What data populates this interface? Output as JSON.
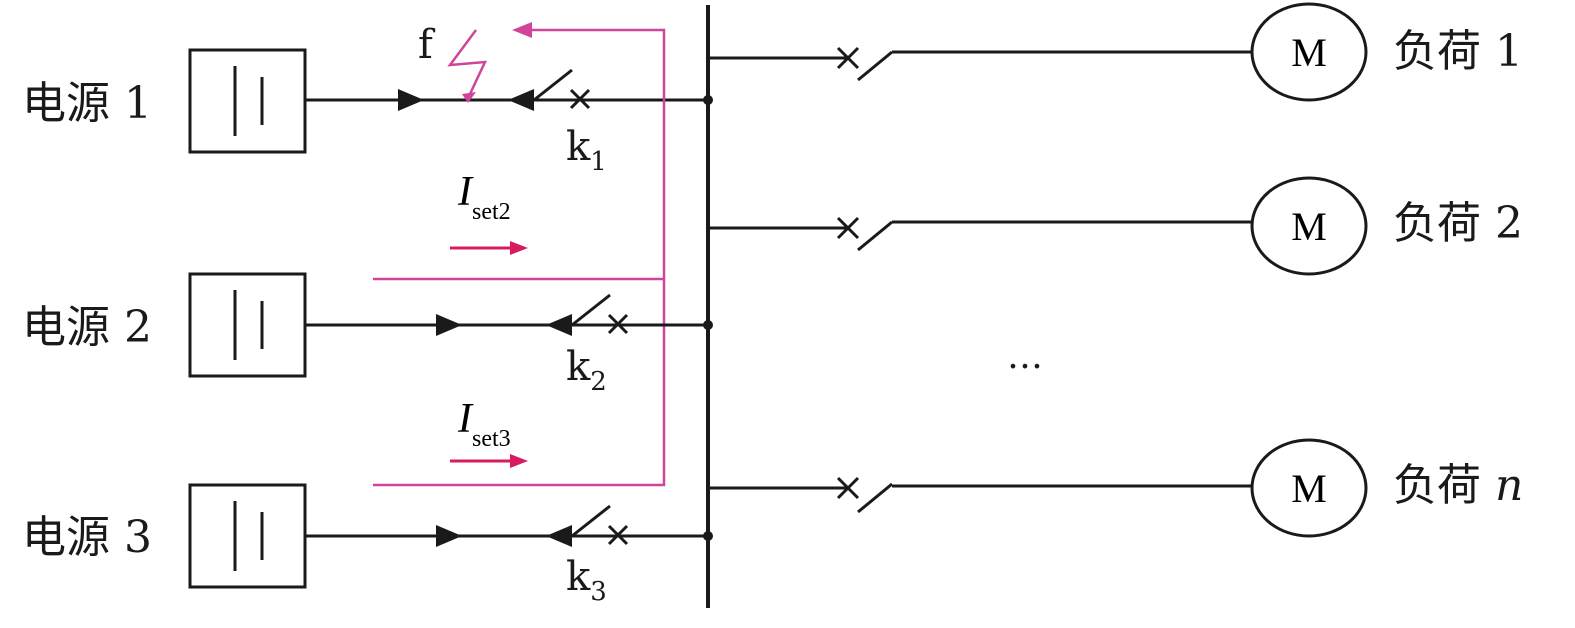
{
  "sources": [
    {
      "label": "电源 1"
    },
    {
      "label": "电源 2"
    },
    {
      "label": "电源 3"
    }
  ],
  "breakers": [
    {
      "label": "k",
      "sub": "1"
    },
    {
      "label": "k",
      "sub": "2"
    },
    {
      "label": "k",
      "sub": "3"
    }
  ],
  "fault": {
    "label": "f"
  },
  "currents": [
    {
      "symbol": "I",
      "sub": "set2"
    },
    {
      "symbol": "I",
      "sub": "set3"
    }
  ],
  "loads": [
    {
      "motor": "M",
      "label": "负荷 1",
      "suffix": ""
    },
    {
      "motor": "M",
      "label": "负荷 2",
      "suffix": ""
    },
    {
      "motor": "M",
      "label": "负荷 ",
      "suffix": "n"
    }
  ],
  "ellipsis": "…",
  "colors": {
    "wire": "#1a1a1a",
    "current_arrow": "#d81b60",
    "fault_path": "#d0459a"
  }
}
